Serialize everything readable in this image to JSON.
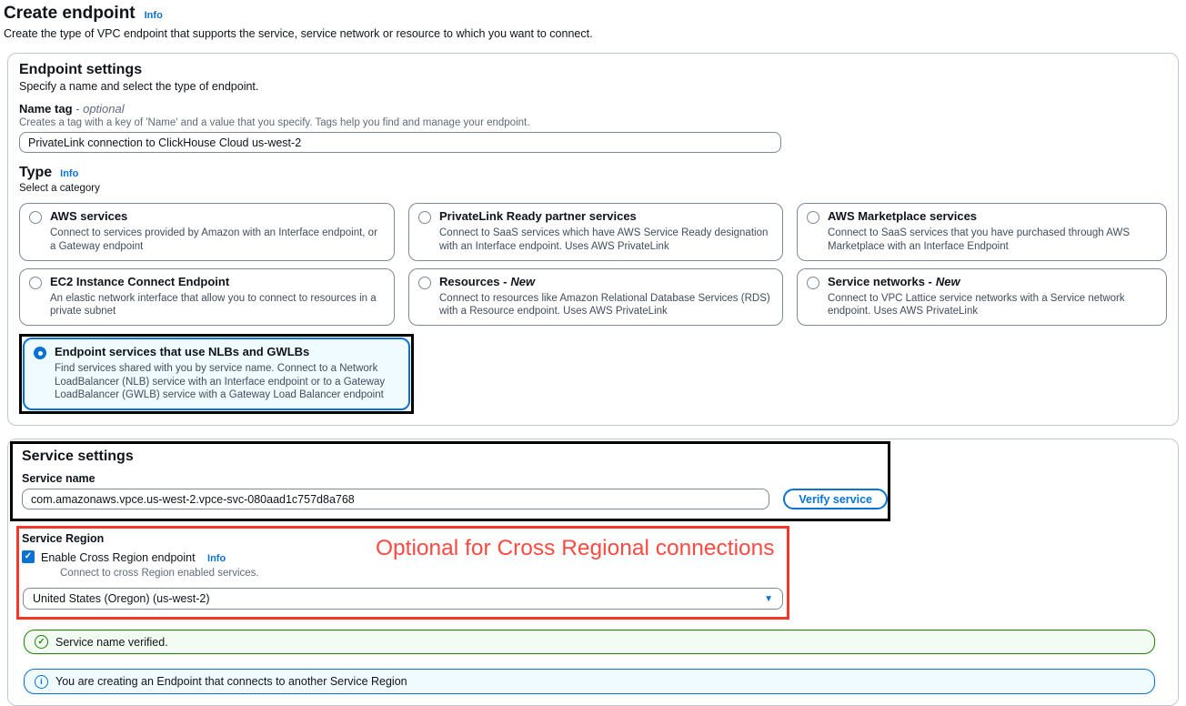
{
  "page": {
    "title": "Create endpoint",
    "title_info": "Info",
    "subtitle": "Create the type of VPC endpoint that supports the service, service network or resource to which you want to connect."
  },
  "endpoint_settings": {
    "heading": "Endpoint settings",
    "description": "Specify a name and select the type of endpoint.",
    "name_tag": {
      "label": "Name tag",
      "optional": "- optional",
      "help": "Creates a tag with a key of 'Name' and a value that you specify. Tags help you find and manage your endpoint.",
      "value": "PrivateLink connection to ClickHouse Cloud us-west-2"
    },
    "type": {
      "heading": "Type",
      "info": "Info",
      "description": "Select a category",
      "options": [
        {
          "title": "AWS services",
          "suffix": "",
          "description": "Connect to services provided by Amazon with an Interface endpoint, or a Gateway endpoint",
          "selected": false
        },
        {
          "title": "PrivateLink Ready partner services",
          "suffix": "",
          "description": "Connect to SaaS services which have AWS Service Ready designation with an Interface endpoint. Uses AWS PrivateLink",
          "selected": false
        },
        {
          "title": "AWS Marketplace services",
          "suffix": "",
          "description": "Connect to SaaS services that you have purchased through AWS Marketplace with an Interface Endpoint",
          "selected": false
        },
        {
          "title": "EC2 Instance Connect Endpoint",
          "suffix": "",
          "description": "An elastic network interface that allow you to connect to resources in a private subnet",
          "selected": false
        },
        {
          "title": "Resources -",
          "suffix": "New",
          "description": "Connect to resources like Amazon Relational Database Services (RDS) with a Resource endpoint. Uses AWS PrivateLink",
          "selected": false
        },
        {
          "title": "Service networks -",
          "suffix": "New",
          "description": "Connect to VPC Lattice service networks with a Service network endpoint. Uses AWS PrivateLink",
          "selected": false
        },
        {
          "title": "Endpoint services that use NLBs and GWLBs",
          "suffix": "",
          "description": "Find services shared with you by service name. Connect to a Network LoadBalancer (NLB) service with an Interface endpoint or to a Gateway LoadBalancer (GWLB) service with a Gateway Load Balancer endpoint",
          "selected": true
        }
      ]
    }
  },
  "service_settings": {
    "heading": "Service settings",
    "service_name_label": "Service name",
    "service_name_value": "com.amazonaws.vpce.us-west-2.vpce-svc-080aad1c757d8a768",
    "verify_button": "Verify service",
    "service_region": {
      "label": "Service Region",
      "checkbox_label": "Enable Cross Region endpoint",
      "checkbox_checked": true,
      "info": "Info",
      "checkbox_help": "Connect to cross Region enabled services.",
      "region_value": "United States (Oregon) (us-west-2)"
    },
    "success_message": "Service name verified.",
    "notice_message": "You are creating an Endpoint that connects to another Service Region"
  },
  "annotations": {
    "red_note": "Optional for Cross Regional connections"
  },
  "icons": {
    "success_check": "✓",
    "info_i": "i",
    "caret_down": "▼",
    "checkbox_check": "✓"
  },
  "colors": {
    "accent_blue": "#0972d3",
    "success_green": "#1f8104",
    "annotation_red": "#f5372a",
    "annotation_text_red": "#fb4a40",
    "selected_card_bg": "#f0fbff",
    "success_bg": "#f2fcf3",
    "notice_bg": "#f0fbff"
  }
}
